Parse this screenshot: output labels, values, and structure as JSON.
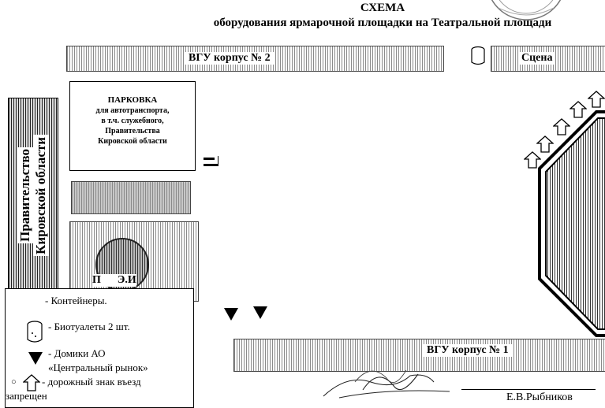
{
  "header": {
    "title": "СХЕМА",
    "subtitle": "оборудования ярмарочной площадки на Театральной площади"
  },
  "buildings": {
    "vgu2": "ВГУ корпус № 2",
    "vgu1": "ВГУ корпус № 1",
    "stage": "Сцена",
    "government_line1": "Правительство",
    "government_line2": "Кировской области",
    "partial_label": "П      Э.И"
  },
  "parking": {
    "title": "ПАРКОВКА",
    "lines": [
      "для автотранспорта,",
      "в т.ч. служебного,",
      "Правительства",
      "Кировской области"
    ]
  },
  "legend": {
    "containers": "- Контейнеры.",
    "toilets": "- Биотуалеты 2 шт.",
    "houses_line1": "- Домики АО",
    "houses_line2": "«Центральный рынок»",
    "sign_line1": "- дорожный знак въезд",
    "sign_line2": "запрещен"
  },
  "signature": {
    "name": "Е.В.Рыбников"
  },
  "colors": {
    "ink": "#000000",
    "hatch": "#8a8a8a",
    "paper": "#ffffff"
  }
}
